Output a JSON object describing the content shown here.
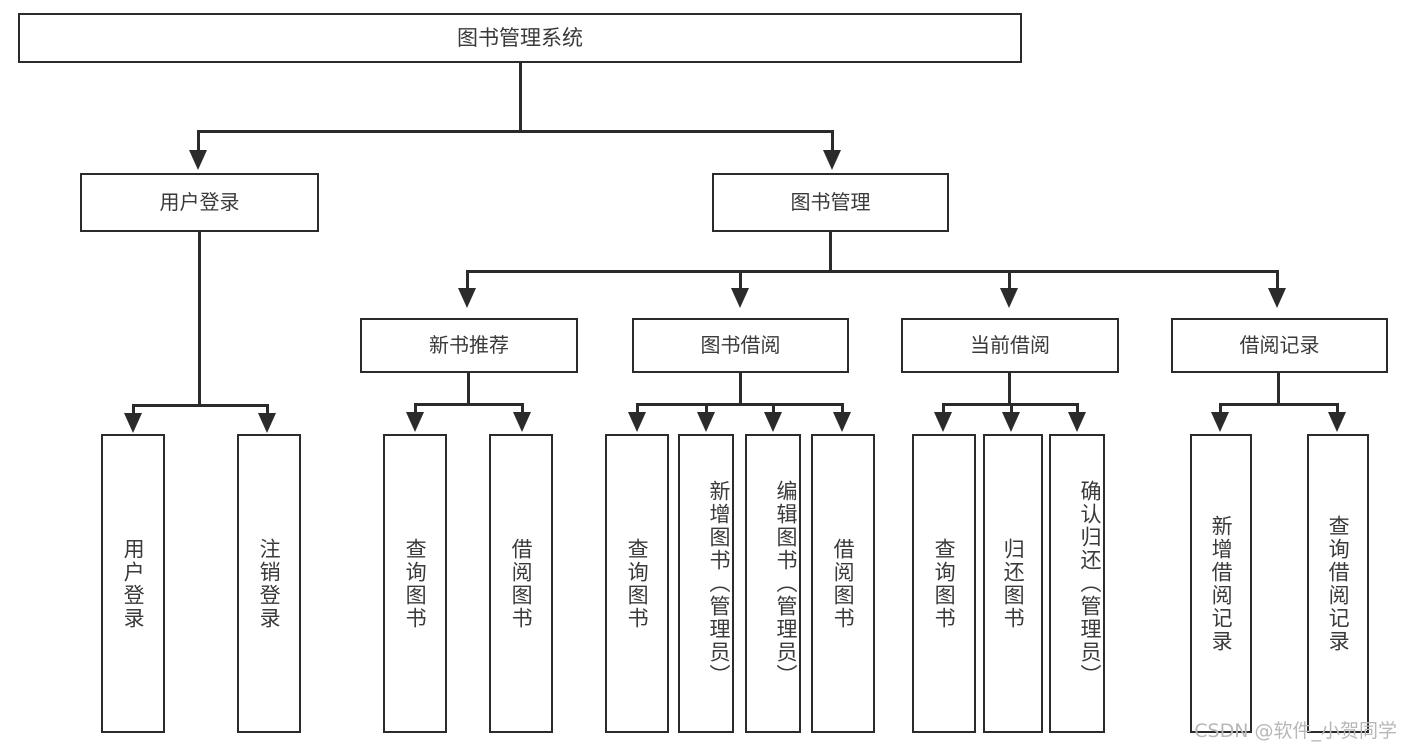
{
  "diagram": {
    "title": "图书管理系统",
    "type": "functional-structure-tree",
    "root": {
      "label": "图书管理系统",
      "id": "root"
    },
    "level1": [
      {
        "id": "user-login",
        "label": "用户登录"
      },
      {
        "id": "book-manage",
        "label": "图书管理"
      }
    ],
    "level2": [
      {
        "id": "new-book-rec",
        "label": "新书推荐",
        "parent": "book-manage"
      },
      {
        "id": "book-borrow",
        "label": "图书借阅",
        "parent": "book-manage"
      },
      {
        "id": "current-borrow",
        "label": "当前借阅",
        "parent": "book-manage"
      },
      {
        "id": "borrow-record",
        "label": "借阅记录",
        "parent": "book-manage"
      }
    ],
    "leaves": [
      {
        "id": "leaf-user-login",
        "label": "用户登录",
        "parent": "user-login"
      },
      {
        "id": "leaf-logout",
        "label": "注销登录",
        "parent": "user-login"
      },
      {
        "id": "leaf-query-book-1",
        "label": "查询图书",
        "parent": "new-book-rec"
      },
      {
        "id": "leaf-borrow-book-1",
        "label": "借阅图书",
        "parent": "new-book-rec"
      },
      {
        "id": "leaf-query-book-2",
        "label": "查询图书",
        "parent": "book-borrow"
      },
      {
        "id": "leaf-add-book",
        "label": "新增图书（管理员）",
        "parent": "book-borrow"
      },
      {
        "id": "leaf-edit-book",
        "label": "编辑图书（管理员）",
        "parent": "book-borrow"
      },
      {
        "id": "leaf-borrow-book-2",
        "label": "借阅图书",
        "parent": "book-borrow"
      },
      {
        "id": "leaf-query-book-3",
        "label": "查询图书",
        "parent": "current-borrow"
      },
      {
        "id": "leaf-return-book",
        "label": "归还图书",
        "parent": "current-borrow"
      },
      {
        "id": "leaf-confirm-return",
        "label": "确认归还（管理员）",
        "parent": "current-borrow"
      },
      {
        "id": "leaf-add-record",
        "label": "新增借阅记录",
        "parent": "borrow-record"
      },
      {
        "id": "leaf-query-record",
        "label": "查询借阅记录",
        "parent": "borrow-record"
      }
    ],
    "colors": {
      "border": "#2b2b2b",
      "text": "#3a3a3a",
      "background": "#ffffff",
      "watermark": "#b8b8b8"
    }
  },
  "watermark": {
    "text": "CSDN @软件_小贺同学"
  }
}
